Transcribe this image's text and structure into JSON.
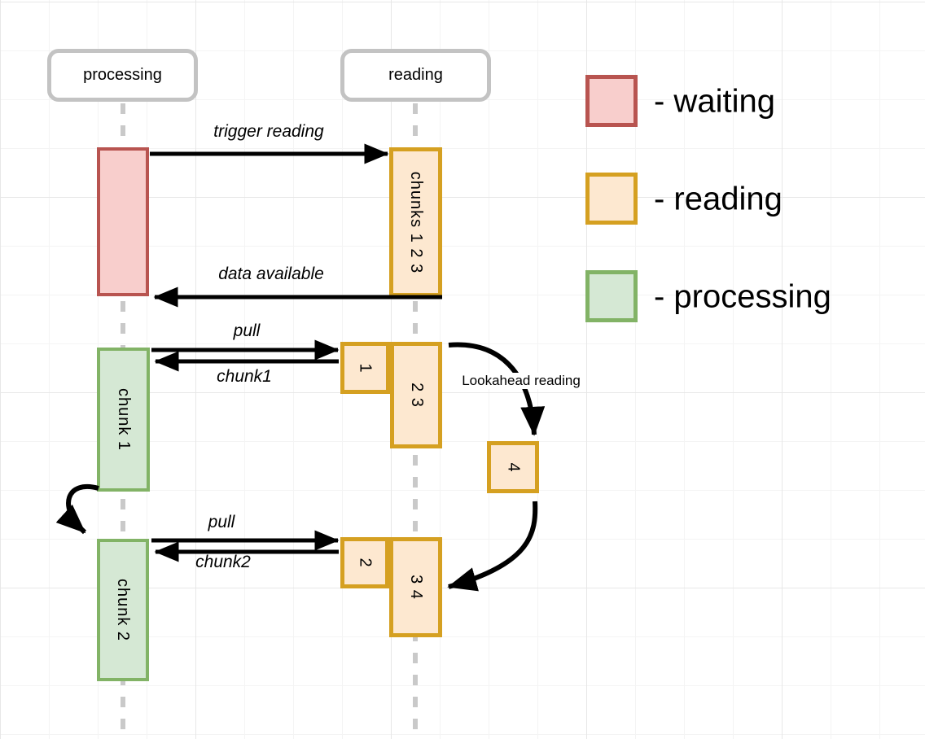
{
  "lifelines": {
    "processing": "processing",
    "reading": "reading"
  },
  "activations": {
    "chunks123": "chunks 1 2 3",
    "chunk1": "chunk 1",
    "b1": "1",
    "b23": "2 3",
    "b4": "4",
    "chunk2": "chunk 2",
    "b2": "2",
    "b34": "3 4"
  },
  "messages": {
    "trigger": "trigger reading",
    "data_available": "data available",
    "pull1": "pull",
    "chunk1_return": "chunk1",
    "lookahead": "Lookahead reading",
    "pull2": "pull",
    "chunk2_return": "chunk2"
  },
  "legend": {
    "items": [
      {
        "label": "- waiting",
        "fill": "#f8cecc",
        "stroke": "#b85450"
      },
      {
        "label": "- reading",
        "fill": "#fde8d0",
        "stroke": "#d5a021"
      },
      {
        "label": "- processing",
        "fill": "#d5e8d4",
        "stroke": "#82b366"
      }
    ]
  },
  "colors": {
    "waiting_fill": "#f8cecc",
    "waiting_stroke": "#b85450",
    "reading_fill": "#fde8d0",
    "reading_stroke": "#d5a021",
    "processing_fill": "#d5e8d4",
    "processing_stroke": "#82b366",
    "lifeline": "#c9c9c9",
    "header_stroke": "#c3c3c3",
    "arrow": "#000000"
  }
}
